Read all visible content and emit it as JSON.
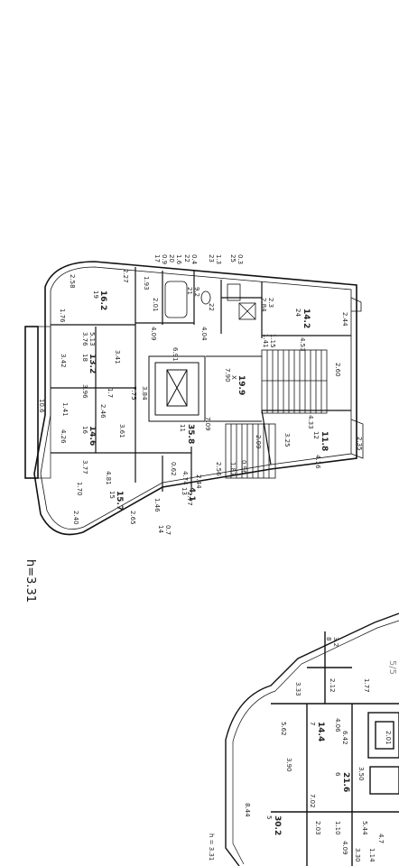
{
  "plan": {
    "height_label": "h=3.31",
    "height_label_bottom": "h = 3.31",
    "image_counter": "5/5",
    "labels": [
      "17",
      "0.9",
      "20",
      "1.6",
      "22",
      "0.4",
      "23",
      "1.3",
      "25",
      "0.3",
      "2.27",
      "2.58",
      "1.93",
      "19",
      "16.2",
      "1.76",
      "2.01",
      "21",
      "9.2",
      "22",
      "2.84",
      "2.3",
      "24",
      "14.2",
      "2.44",
      "4.09",
      "4.04",
      "1.41",
      "1.15",
      "4.53",
      "3.76",
      "5.13",
      "6.91",
      "7.90",
      "2.60",
      "3.42",
      "18",
      "13.2",
      "3.41",
      "X",
      "19.9",
      "10.6",
      "3.96",
      "1.7",
      "1.41",
      "2.46",
      "7.75",
      "3.84",
      "4.33",
      "16",
      "14.6",
      "3.61",
      "11",
      "35.8",
      "7.09",
      "3.25",
      "12",
      "11.8",
      "4.26",
      "3.77",
      "2.09",
      "4.16",
      "2.35",
      "4.81",
      "4.74",
      "2.56",
      "1.87",
      "0.96",
      "0.62",
      "2.44",
      "13",
      "4.1",
      "1.70",
      "15",
      "15.7",
      "1.46",
      "2.77",
      "2.40",
      "2.65",
      "14",
      "0.7"
    ],
    "bottom_labels": [
      "8",
      "3.2",
      "3.33",
      "2.12",
      "1.77",
      "5.62",
      "7",
      "14.4",
      "4.06",
      "6.42",
      "2.01",
      "3.90",
      "3.50",
      "6",
      "21.6",
      "8.44",
      "7.02",
      "5",
      "30.2",
      "2.03",
      "1.10",
      "5.44",
      "4.09",
      "4.7",
      "1.14",
      "3.30"
    ]
  }
}
